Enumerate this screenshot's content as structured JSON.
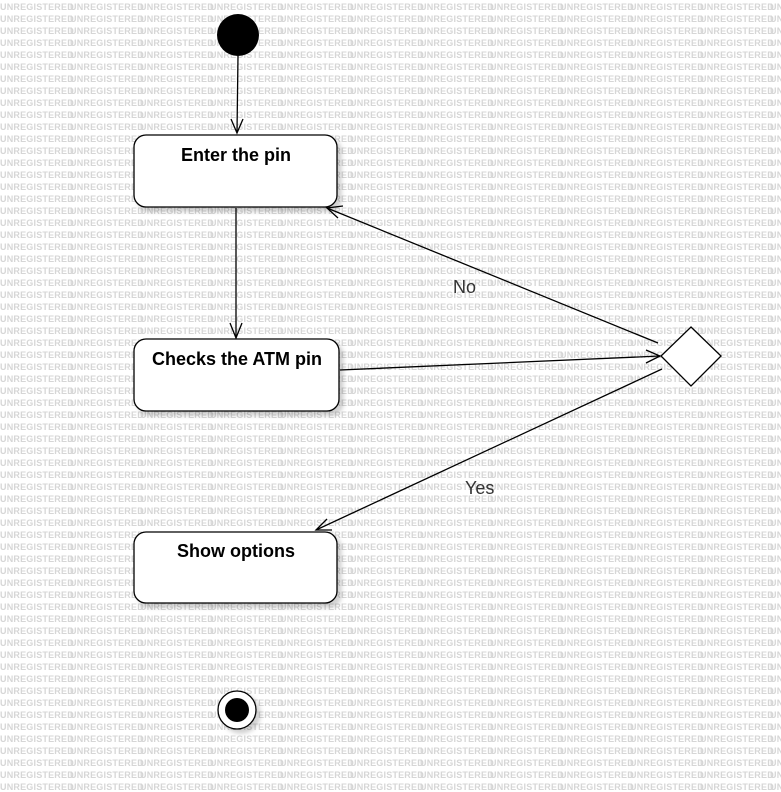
{
  "watermark": {
    "text": "UNREGISTERED",
    "color": "#d6d6d6"
  },
  "diagram": {
    "actions": {
      "enter_pin": "Enter the pin",
      "check_pin": "Checks the ATM pin",
      "show_options": "Show options"
    },
    "guards": {
      "no": "No",
      "yes": "Yes"
    }
  }
}
